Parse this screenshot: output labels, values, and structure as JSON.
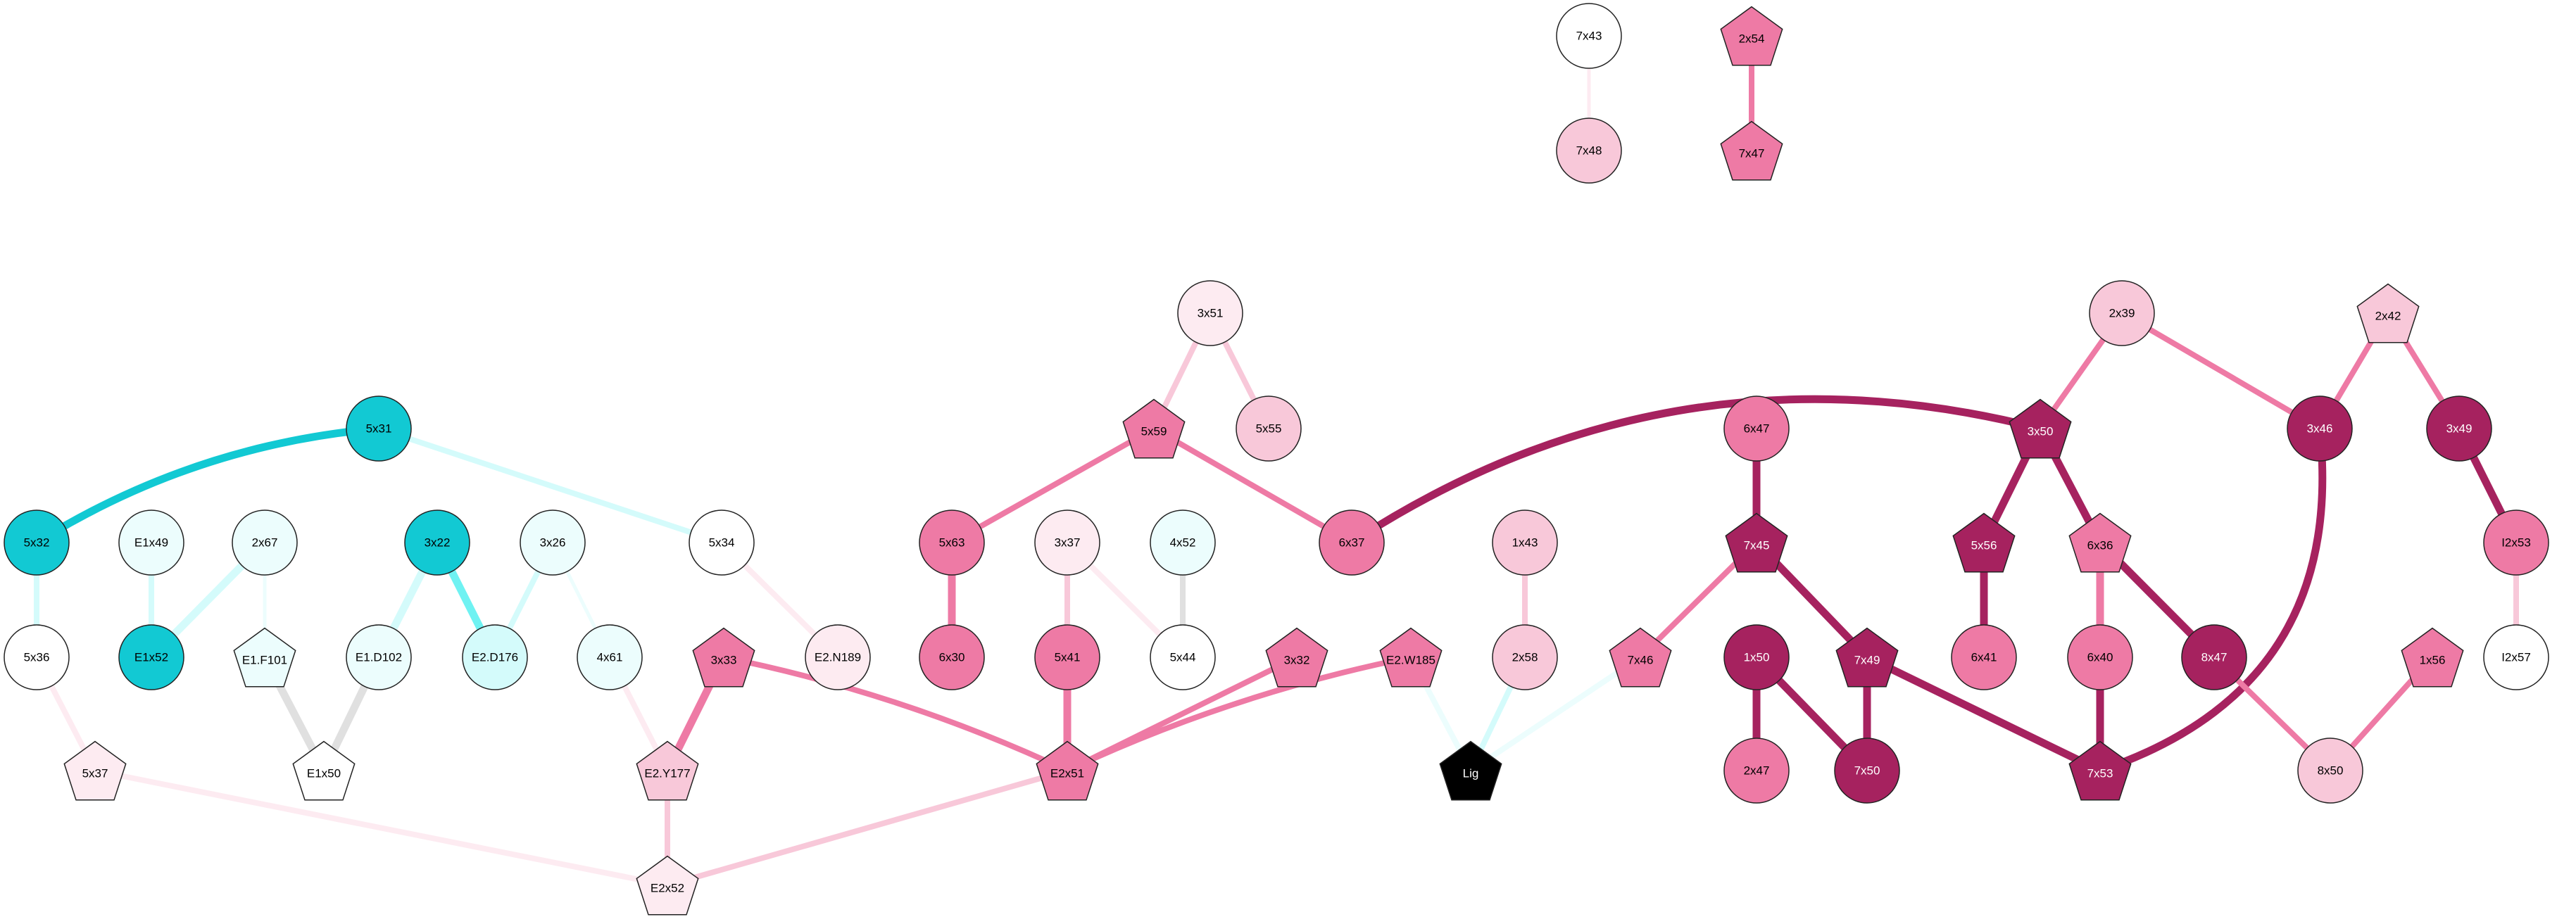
{
  "colors": {
    "cyan_dark": "#12c9d3",
    "cyan_mid": "#6ff2f2",
    "cyan_light": "#d4fbfb",
    "cyan_pale": "#ecfdfd",
    "pink_pale": "#fdebf1",
    "pink_light": "#f8c8d9",
    "pink_mid": "#ee7aa5",
    "magenta_dark": "#a6225f",
    "black": "#000000",
    "white": "#ffffff",
    "grey": "#e0e0e0"
  },
  "nodes": [
    {
      "id": "7x43",
      "label": "7x43",
      "shape": "circle",
      "fill": "#ffffff"
    },
    {
      "id": "7x48",
      "label": "7x48",
      "shape": "circle",
      "fill": "#f8c8d9"
    },
    {
      "id": "2x54",
      "label": "2x54",
      "shape": "pentagon",
      "fill": "#ee7aa5"
    },
    {
      "id": "7x47",
      "label": "7x47",
      "shape": "pentagon",
      "fill": "#ee7aa5"
    },
    {
      "id": "3x51",
      "label": "3x51",
      "shape": "circle",
      "fill": "#fdebf1"
    },
    {
      "id": "5x59",
      "label": "5x59",
      "shape": "pentagon",
      "fill": "#ee7aa5"
    },
    {
      "id": "5x55",
      "label": "5x55",
      "shape": "circle",
      "fill": "#f8c8d9"
    },
    {
      "id": "2x39",
      "label": "2x39",
      "shape": "circle",
      "fill": "#f8c8d9"
    },
    {
      "id": "2x42",
      "label": "2x42",
      "shape": "pentagon",
      "fill": "#f8c8d9"
    },
    {
      "id": "5x31",
      "label": "5x31",
      "shape": "circle",
      "fill": "#12c9d3"
    },
    {
      "id": "6x47",
      "label": "6x47",
      "shape": "circle",
      "fill": "#ee7aa5"
    },
    {
      "id": "3x50",
      "label": "3x50",
      "shape": "pentagon",
      "fill": "#a6225f"
    },
    {
      "id": "3x46",
      "label": "3x46",
      "shape": "circle",
      "fill": "#a6225f"
    },
    {
      "id": "3x49",
      "label": "3x49",
      "shape": "circle",
      "fill": "#a6225f"
    },
    {
      "id": "5x32",
      "label": "5x32",
      "shape": "circle",
      "fill": "#12c9d3"
    },
    {
      "id": "E1x49",
      "label": "E1x49",
      "shape": "circle",
      "fill": "#ecfdfd"
    },
    {
      "id": "2x67",
      "label": "2x67",
      "shape": "circle",
      "fill": "#ecfdfd"
    },
    {
      "id": "3x22",
      "label": "3x22",
      "shape": "circle",
      "fill": "#12c9d3"
    },
    {
      "id": "3x26",
      "label": "3x26",
      "shape": "circle",
      "fill": "#ecfdfd"
    },
    {
      "id": "5x34",
      "label": "5x34",
      "shape": "circle",
      "fill": "#ffffff"
    },
    {
      "id": "5x63",
      "label": "5x63",
      "shape": "circle",
      "fill": "#ee7aa5"
    },
    {
      "id": "3x37",
      "label": "3x37",
      "shape": "circle",
      "fill": "#fdebf1"
    },
    {
      "id": "4x52",
      "label": "4x52",
      "shape": "circle",
      "fill": "#ecfdfd"
    },
    {
      "id": "6x37",
      "label": "6x37",
      "shape": "circle",
      "fill": "#ee7aa5"
    },
    {
      "id": "1x43",
      "label": "1x43",
      "shape": "circle",
      "fill": "#f8c8d9"
    },
    {
      "id": "7x45",
      "label": "7x45",
      "shape": "pentagon",
      "fill": "#a6225f"
    },
    {
      "id": "5x56",
      "label": "5x56",
      "shape": "pentagon",
      "fill": "#a6225f"
    },
    {
      "id": "6x36",
      "label": "6x36",
      "shape": "pentagon",
      "fill": "#ee7aa5"
    },
    {
      "id": "I2x53",
      "label": "I2x53",
      "shape": "circle",
      "fill": "#ee7aa5"
    },
    {
      "id": "5x36",
      "label": "5x36",
      "shape": "circle",
      "fill": "#ffffff"
    },
    {
      "id": "E1x52",
      "label": "E1x52",
      "shape": "circle",
      "fill": "#12c9d3"
    },
    {
      "id": "E1.F101",
      "label": "E1.F101",
      "shape": "pentagon",
      "fill": "#ecfdfd"
    },
    {
      "id": "E1.D102",
      "label": "E1.D102",
      "shape": "circle",
      "fill": "#ecfdfd"
    },
    {
      "id": "E2.D176",
      "label": "E2.D176",
      "shape": "circle",
      "fill": "#d4fbfb"
    },
    {
      "id": "4x61",
      "label": "4x61",
      "shape": "circle",
      "fill": "#ecfdfd"
    },
    {
      "id": "3x33",
      "label": "3x33",
      "shape": "pentagon",
      "fill": "#ee7aa5"
    },
    {
      "id": "E2.N189",
      "label": "E2.N189",
      "shape": "circle",
      "fill": "#fdebf1"
    },
    {
      "id": "6x30",
      "label": "6x30",
      "shape": "circle",
      "fill": "#ee7aa5"
    },
    {
      "id": "5x41",
      "label": "5x41",
      "shape": "circle",
      "fill": "#ee7aa5"
    },
    {
      "id": "5x44",
      "label": "5x44",
      "shape": "circle",
      "fill": "#ffffff"
    },
    {
      "id": "3x32",
      "label": "3x32",
      "shape": "pentagon",
      "fill": "#ee7aa5"
    },
    {
      "id": "E2.W185",
      "label": "E2.W185",
      "shape": "pentagon",
      "fill": "#ee7aa5"
    },
    {
      "id": "2x58",
      "label": "2x58",
      "shape": "circle",
      "fill": "#f8c8d9"
    },
    {
      "id": "7x46",
      "label": "7x46",
      "shape": "pentagon",
      "fill": "#ee7aa5"
    },
    {
      "id": "1x50",
      "label": "1x50",
      "shape": "circle",
      "fill": "#a6225f"
    },
    {
      "id": "7x49",
      "label": "7x49",
      "shape": "pentagon",
      "fill": "#a6225f"
    },
    {
      "id": "6x41",
      "label": "6x41",
      "shape": "circle",
      "fill": "#ee7aa5"
    },
    {
      "id": "6x40",
      "label": "6x40",
      "shape": "circle",
      "fill": "#ee7aa5"
    },
    {
      "id": "8x47",
      "label": "8x47",
      "shape": "circle",
      "fill": "#a6225f"
    },
    {
      "id": "1x56",
      "label": "1x56",
      "shape": "pentagon",
      "fill": "#ee7aa5"
    },
    {
      "id": "I2x57",
      "label": "I2x57",
      "shape": "circle",
      "fill": "#ffffff"
    },
    {
      "id": "5x37",
      "label": "5x37",
      "shape": "pentagon",
      "fill": "#fdebf1"
    },
    {
      "id": "E1x50",
      "label": "E1x50",
      "shape": "pentagon",
      "fill": "#ffffff"
    },
    {
      "id": "E2.Y177",
      "label": "E2.Y177",
      "shape": "pentagon",
      "fill": "#f8c8d9"
    },
    {
      "id": "E2x51",
      "label": "E2x51",
      "shape": "pentagon",
      "fill": "#ee7aa5"
    },
    {
      "id": "Lig",
      "label": "Lig",
      "shape": "pentagon",
      "fill": "#000000"
    },
    {
      "id": "2x47",
      "label": "2x47",
      "shape": "circle",
      "fill": "#ee7aa5"
    },
    {
      "id": "7x50",
      "label": "7x50",
      "shape": "circle",
      "fill": "#a6225f"
    },
    {
      "id": "7x53",
      "label": "7x53",
      "shape": "pentagon",
      "fill": "#a6225f"
    },
    {
      "id": "8x50",
      "label": "8x50",
      "shape": "circle",
      "fill": "#f8c8d9"
    },
    {
      "id": "E2x52",
      "label": "E2x52",
      "shape": "pentagon",
      "fill": "#fdebf1"
    }
  ],
  "edges": [
    {
      "from": "7x43",
      "to": "7x48",
      "color": "#fdebf1",
      "weight": "thin"
    },
    {
      "from": "2x54",
      "to": "7x47",
      "color": "#ee7aa5",
      "weight": "medium"
    },
    {
      "from": "3x51",
      "to": "5x59",
      "color": "#f8c8d9",
      "weight": "medium"
    },
    {
      "from": "3x51",
      "to": "5x55",
      "color": "#f8c8d9",
      "weight": "medium"
    },
    {
      "from": "5x59",
      "to": "5x63",
      "color": "#ee7aa5",
      "weight": "medium"
    },
    {
      "from": "5x59",
      "to": "6x37",
      "color": "#ee7aa5",
      "weight": "medium"
    },
    {
      "from": "3x50",
      "to": "6x37",
      "color": "#a6225f",
      "weight": "thick",
      "curve": 22
    },
    {
      "from": "2x39",
      "to": "3x50",
      "color": "#ee7aa5",
      "weight": "medium"
    },
    {
      "from": "2x39",
      "to": "3x46",
      "color": "#ee7aa5",
      "weight": "medium"
    },
    {
      "from": "2x42",
      "to": "3x46",
      "color": "#ee7aa5",
      "weight": "medium"
    },
    {
      "from": "2x42",
      "to": "3x49",
      "color": "#ee7aa5",
      "weight": "medium"
    },
    {
      "from": "3x49",
      "to": "I2x53",
      "color": "#a6225f",
      "weight": "thick"
    },
    {
      "from": "I2x53",
      "to": "I2x57",
      "color": "#f8c8d9",
      "weight": "medium"
    },
    {
      "from": "5x31",
      "to": "5x32",
      "color": "#12c9d3",
      "weight": "thick",
      "curve": 12
    },
    {
      "from": "5x31",
      "to": "5x34",
      "color": "#d4fbfb",
      "weight": "medium"
    },
    {
      "from": "5x32",
      "to": "5x36",
      "color": "#d4fbfb",
      "weight": "medium"
    },
    {
      "from": "5x36",
      "to": "5x37",
      "color": "#fdebf1",
      "weight": "medium"
    },
    {
      "from": "5x37",
      "to": "E2x52",
      "color": "#fdebf1",
      "weight": "medium"
    },
    {
      "from": "E1x49",
      "to": "E1x52",
      "color": "#d4fbfb",
      "weight": "medium"
    },
    {
      "from": "2x67",
      "to": "E1x52",
      "color": "#d4fbfb",
      "weight": "thick"
    },
    {
      "from": "2x67",
      "to": "E1.F101",
      "color": "#ecfdfd",
      "weight": "thin"
    },
    {
      "from": "E1.F101",
      "to": "E1x50",
      "color": "#e0e0e0",
      "weight": "thick"
    },
    {
      "from": "E1.D102",
      "to": "E1x50",
      "color": "#e0e0e0",
      "weight": "thick"
    },
    {
      "from": "3x22",
      "to": "E1.D102",
      "color": "#d4fbfb",
      "weight": "thick"
    },
    {
      "from": "3x22",
      "to": "E2.D176",
      "color": "#6ff2f2",
      "weight": "thick"
    },
    {
      "from": "3x26",
      "to": "E2.D176",
      "color": "#d4fbfb",
      "weight": "medium"
    },
    {
      "from": "3x26",
      "to": "4x61",
      "color": "#ecfdfd",
      "weight": "thin"
    },
    {
      "from": "4x61",
      "to": "E2.Y177",
      "color": "#fdebf1",
      "weight": "medium"
    },
    {
      "from": "5x34",
      "to": "E2.N189",
      "color": "#fdebf1",
      "weight": "medium"
    },
    {
      "from": "3x33",
      "to": "E2.Y177",
      "color": "#ee7aa5",
      "weight": "thick"
    },
    {
      "from": "3x33",
      "to": "E2x51",
      "color": "#ee7aa5",
      "weight": "medium",
      "curve": -6
    },
    {
      "from": "E2.Y177",
      "to": "E2x52",
      "color": "#f8c8d9",
      "weight": "medium"
    },
    {
      "from": "E2x51",
      "to": "E2x52",
      "color": "#f8c8d9",
      "weight": "medium"
    },
    {
      "from": "5x63",
      "to": "6x30",
      "color": "#ee7aa5",
      "weight": "thick"
    },
    {
      "from": "3x37",
      "to": "5x41",
      "color": "#f8c8d9",
      "weight": "medium"
    },
    {
      "from": "3x37",
      "to": "5x44",
      "color": "#fdebf1",
      "weight": "medium"
    },
    {
      "from": "4x52",
      "to": "5x44",
      "color": "#e0e0e0",
      "weight": "medium"
    },
    {
      "from": "5x41",
      "to": "E2x51",
      "color": "#ee7aa5",
      "weight": "thick"
    },
    {
      "from": "3x32",
      "to": "E2x51",
      "color": "#ee7aa5",
      "weight": "medium"
    },
    {
      "from": "E2.W185",
      "to": "E2x51",
      "color": "#ee7aa5",
      "weight": "medium",
      "curve": 6
    },
    {
      "from": "E2.W185",
      "to": "Lig",
      "color": "#ecfdfd",
      "weight": "medium"
    },
    {
      "from": "1x43",
      "to": "2x58",
      "color": "#f8c8d9",
      "weight": "medium"
    },
    {
      "from": "2x58",
      "to": "Lig",
      "color": "#d4fbfb",
      "weight": "medium"
    },
    {
      "from": "7x46",
      "to": "Lig",
      "color": "#ecfdfd",
      "weight": "medium"
    },
    {
      "from": "6x47",
      "to": "7x45",
      "color": "#a6225f",
      "weight": "thick"
    },
    {
      "from": "7x45",
      "to": "7x46",
      "color": "#ee7aa5",
      "weight": "medium"
    },
    {
      "from": "7x45",
      "to": "7x49",
      "color": "#a6225f",
      "weight": "thick"
    },
    {
      "from": "3x50",
      "to": "5x56",
      "color": "#a6225f",
      "weight": "thick"
    },
    {
      "from": "3x50",
      "to": "6x36",
      "color": "#a6225f",
      "weight": "thick"
    },
    {
      "from": "5x56",
      "to": "6x41",
      "color": "#a6225f",
      "weight": "thick"
    },
    {
      "from": "6x36",
      "to": "6x40",
      "color": "#ee7aa5",
      "weight": "thick"
    },
    {
      "from": "6x36",
      "to": "8x47",
      "color": "#a6225f",
      "weight": "thick"
    },
    {
      "from": "6x40",
      "to": "7x53",
      "color": "#a6225f",
      "weight": "thick"
    },
    {
      "from": "3x46",
      "to": "7x53",
      "color": "#a6225f",
      "weight": "thick",
      "curve": -40
    },
    {
      "from": "1x50",
      "to": "2x47",
      "color": "#a6225f",
      "weight": "thick"
    },
    {
      "from": "1x50",
      "to": "7x50",
      "color": "#a6225f",
      "weight": "thick"
    },
    {
      "from": "7x49",
      "to": "7x50",
      "color": "#a6225f",
      "weight": "thick"
    },
    {
      "from": "7x49",
      "to": "7x53",
      "color": "#a6225f",
      "weight": "thick"
    },
    {
      "from": "8x47",
      "to": "8x50",
      "color": "#ee7aa5",
      "weight": "medium"
    },
    {
      "from": "1x56",
      "to": "8x50",
      "color": "#ee7aa5",
      "weight": "medium"
    }
  ]
}
